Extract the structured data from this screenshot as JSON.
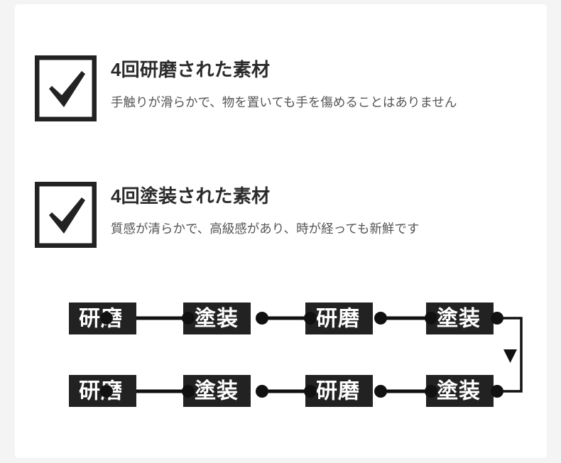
{
  "page": {
    "background_color": "#f4f4f4",
    "card_background": "#ffffff"
  },
  "features": [
    {
      "icon": "checkbox-checked-icon",
      "title": "4回研磨された素材",
      "description": "手触りが滑らかで、物を置いても手を傷めることはありません"
    },
    {
      "icon": "checkbox-checked-icon",
      "title": "4回塗装された素材",
      "description": "質感が清らかで、高級感があり、時が経っても新鮮です"
    }
  ],
  "diagram": {
    "type": "process-flow",
    "node_color": "#222222",
    "node_text_color": "#ffffff",
    "connector_color": "#111111",
    "wrap_arrow_icon": "triangle-down-icon",
    "rows": [
      {
        "nodes": [
          {
            "label": "研磨"
          },
          {
            "label": "塗装"
          },
          {
            "label": "研磨"
          },
          {
            "label": "塗装"
          }
        ]
      },
      {
        "nodes": [
          {
            "label": "研磨"
          },
          {
            "label": "塗装"
          },
          {
            "label": "研磨"
          },
          {
            "label": "塗装"
          }
        ]
      }
    ]
  }
}
